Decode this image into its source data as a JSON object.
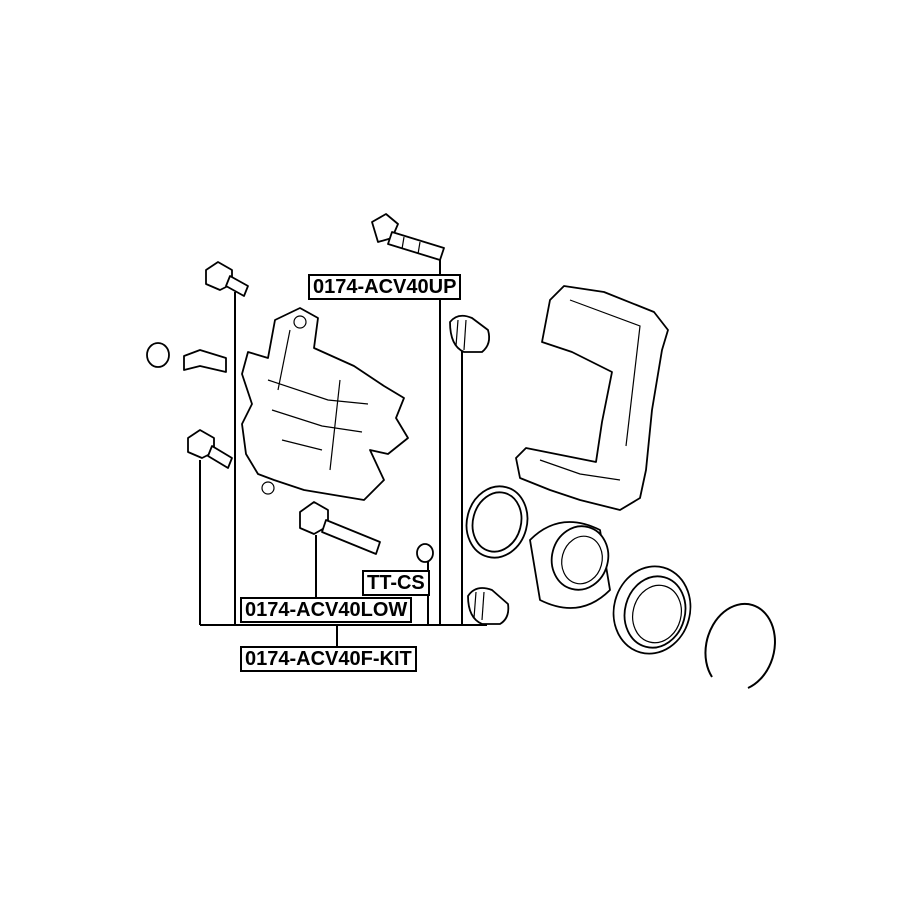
{
  "labels": {
    "upper_pin": "0174-ACV40UP",
    "cap": "TT-CS",
    "lower_pin": "0174-ACV40LOW",
    "kit": "0174-ACV40F-KIT"
  }
}
